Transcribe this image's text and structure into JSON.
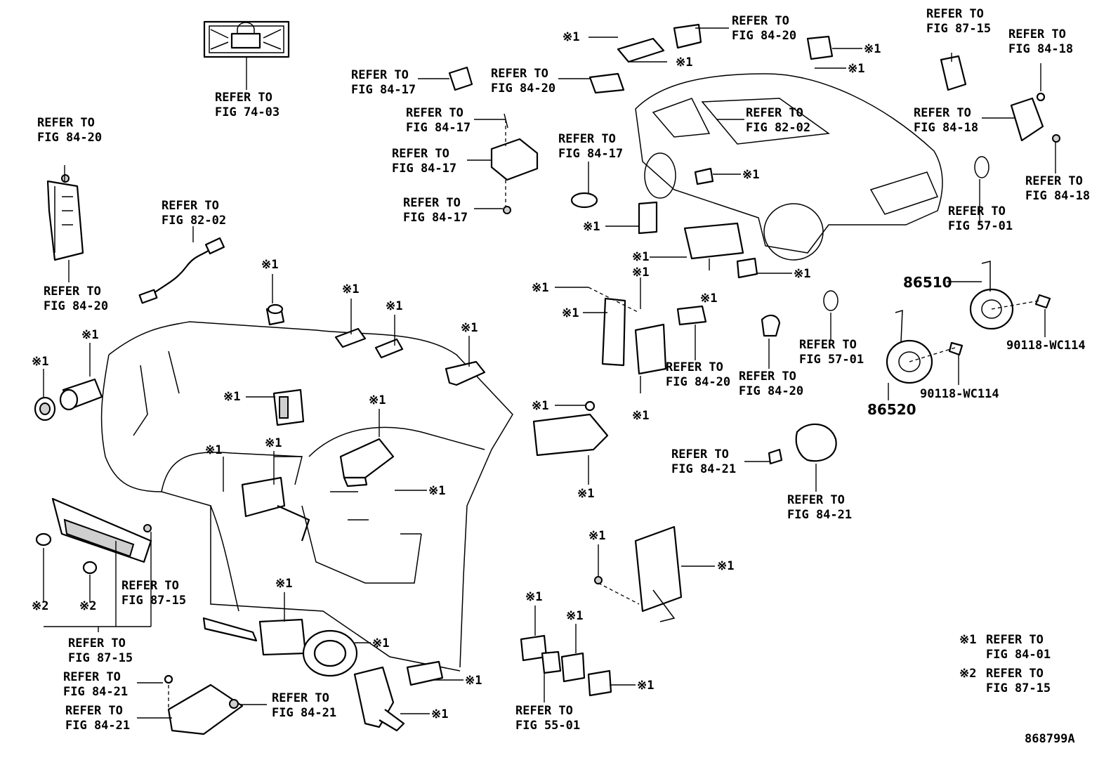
{
  "diagram": {
    "refer_to": "REFER TO",
    "fig_8402": "FIG 82-02",
    "fig_7403": "FIG 74-03",
    "fig_8420": "FIG 84-20",
    "fig_8417": "FIG 84-17",
    "fig_8418": "FIG 84-18",
    "fig_8715": "FIG 87-15",
    "fig_5701": "FIG 57-01",
    "fig_8421": "FIG 84-21",
    "fig_5501": "FIG 55-01",
    "fig_8401": "FIG 84-01",
    "note1": "※1",
    "note2": "※2",
    "part_86510": "86510",
    "part_86520": "86520",
    "part_90118": "90118-WC114",
    "drawing_id": "868799A"
  },
  "legend": {
    "note1_mark": "※1",
    "note1_refer": "REFER TO",
    "note1_fig": "FIG 84-01",
    "note2_mark": "※2",
    "note2_refer": "REFER TO",
    "note2_fig": "FIG 87-15"
  }
}
